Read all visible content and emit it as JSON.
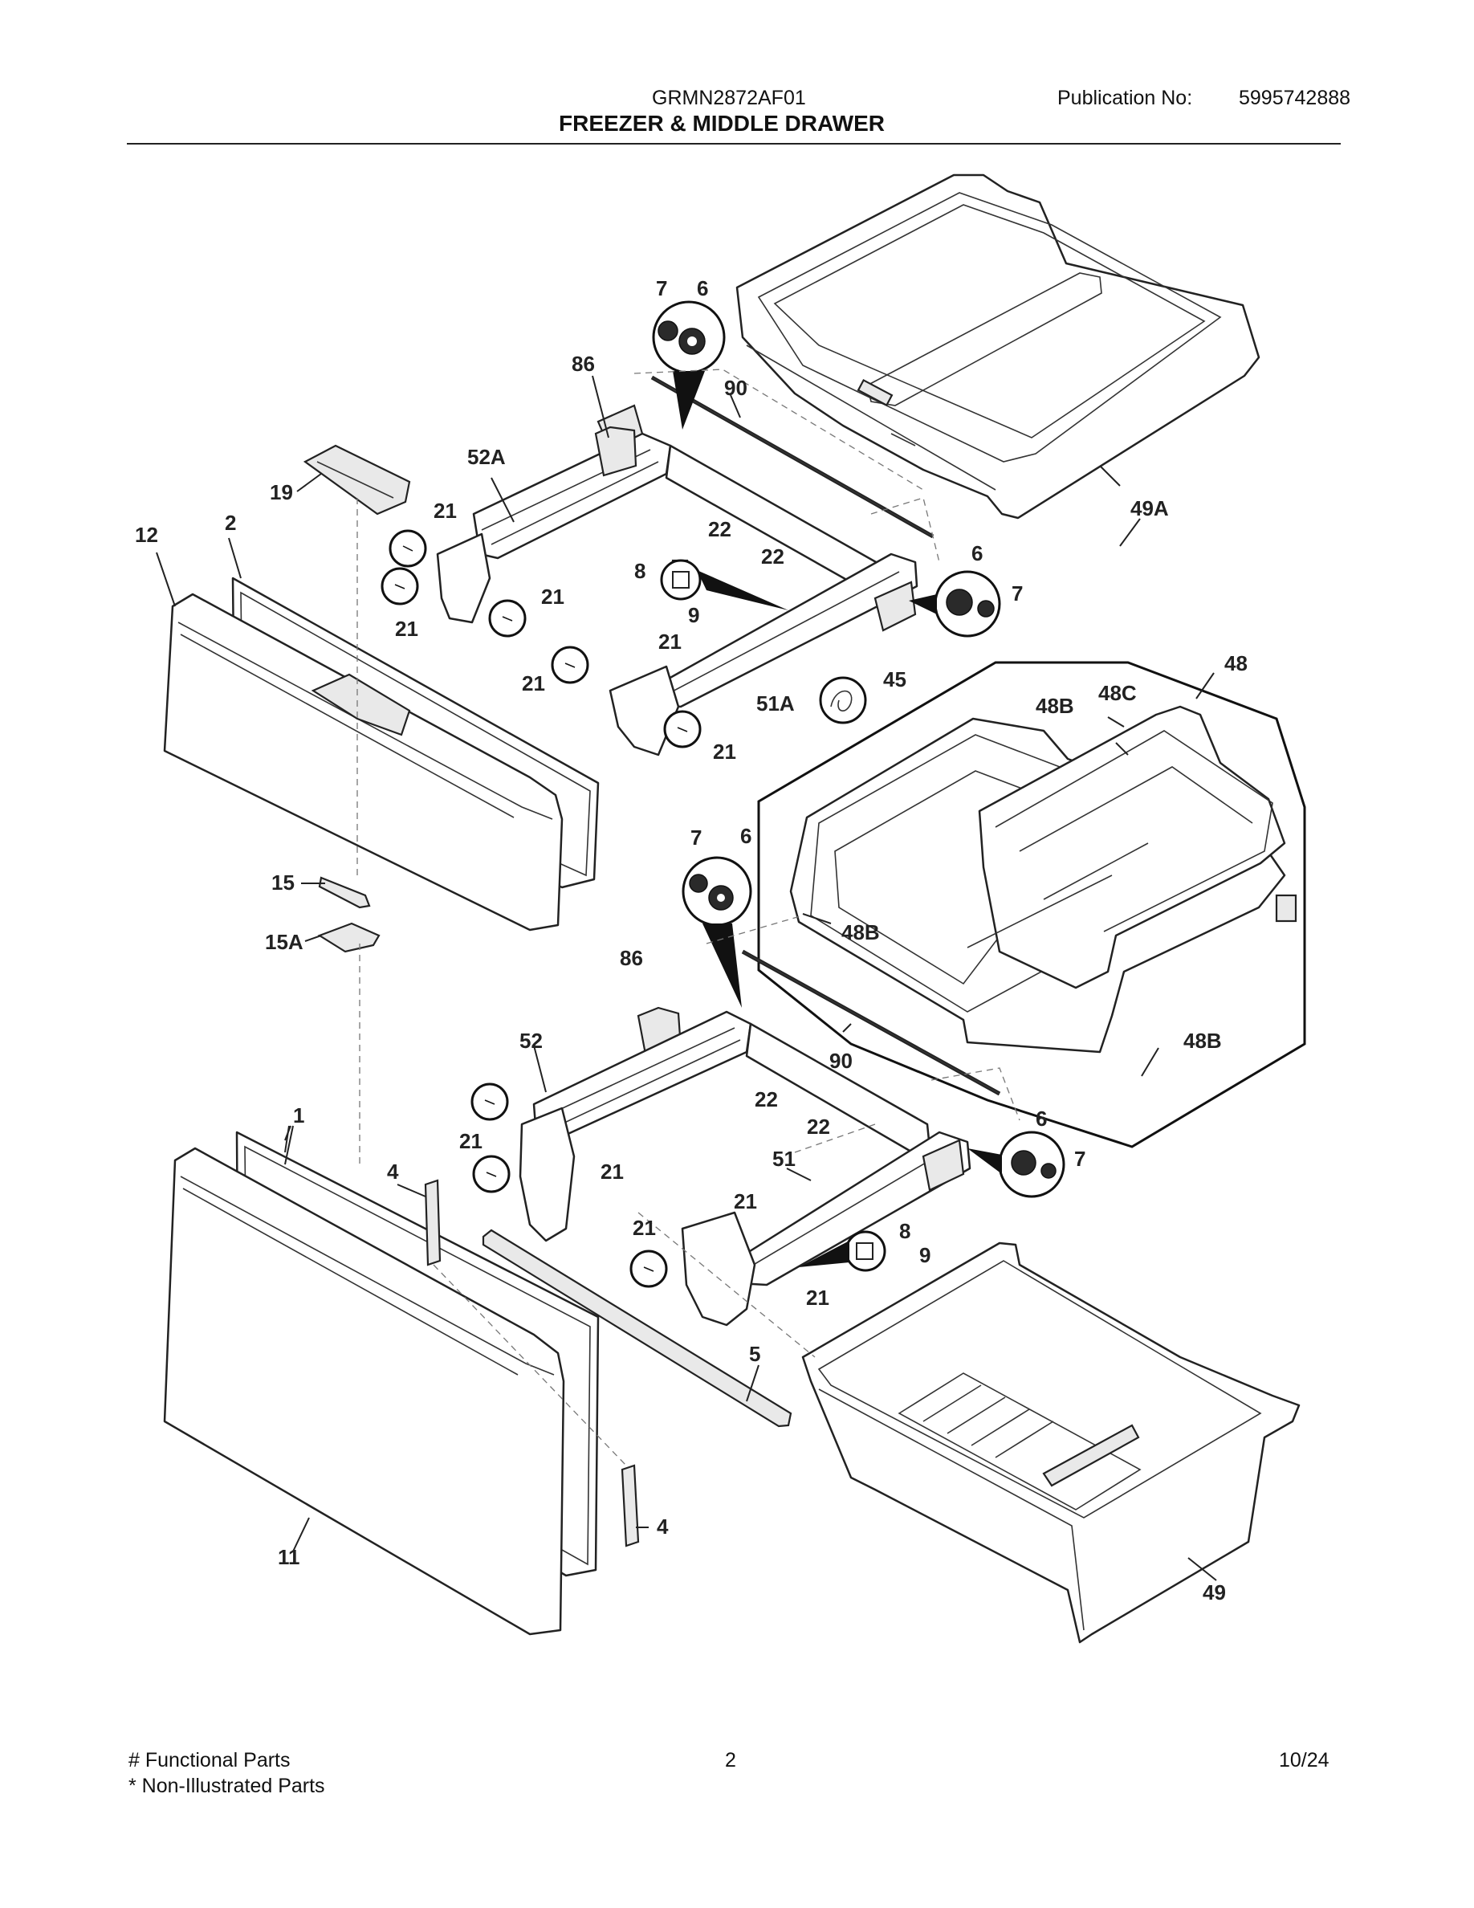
{
  "header": {
    "model": "GRMN2872AF01",
    "publication_label": "Publication No:",
    "publication_number": "5995742888",
    "title": "FREEZER & MIDDLE DRAWER"
  },
  "callouts": {
    "c7_top": "7",
    "c6_top": "6",
    "c86_top": "86",
    "c90_top": "90",
    "c52A": "52A",
    "c19": "19",
    "c21_a": "21",
    "c22_a": "22",
    "c12": "12",
    "c2": "2",
    "c8_top": "8",
    "c22_b": "22",
    "c6_mid": "6",
    "c7_mid": "7",
    "c9_top": "9",
    "c21_b": "21",
    "c21_c": "21",
    "c21_d": "21",
    "c21_e": "21",
    "c21_f": "21",
    "c51A": "51A",
    "c45": "45",
    "c48": "48",
    "c48B_a": "48B",
    "c48C": "48C",
    "c49A": "49A",
    "c7_low": "7",
    "c6_low": "6",
    "c15": "15",
    "c15A": "15A",
    "c86_low": "86",
    "c48B_b": "48B",
    "c52": "52",
    "c90_low": "90",
    "c48B_c": "48B",
    "c1": "1",
    "c21_g": "21",
    "c22_c": "22",
    "c22_d": "22",
    "c6_low2": "6",
    "c7_low2": "7",
    "c4_a": "4",
    "c21_h": "21",
    "c51": "51",
    "c21_i": "21",
    "c21_j": "21",
    "c8_low": "8",
    "c9_low": "9",
    "c21_k": "21",
    "c5": "5",
    "c4_b": "4",
    "c11": "11",
    "c49": "49"
  },
  "footer": {
    "legend_functional": "# Functional Parts",
    "legend_non_illustrated": "* Non-Illustrated Parts",
    "page_number": "2",
    "date": "10/24"
  }
}
